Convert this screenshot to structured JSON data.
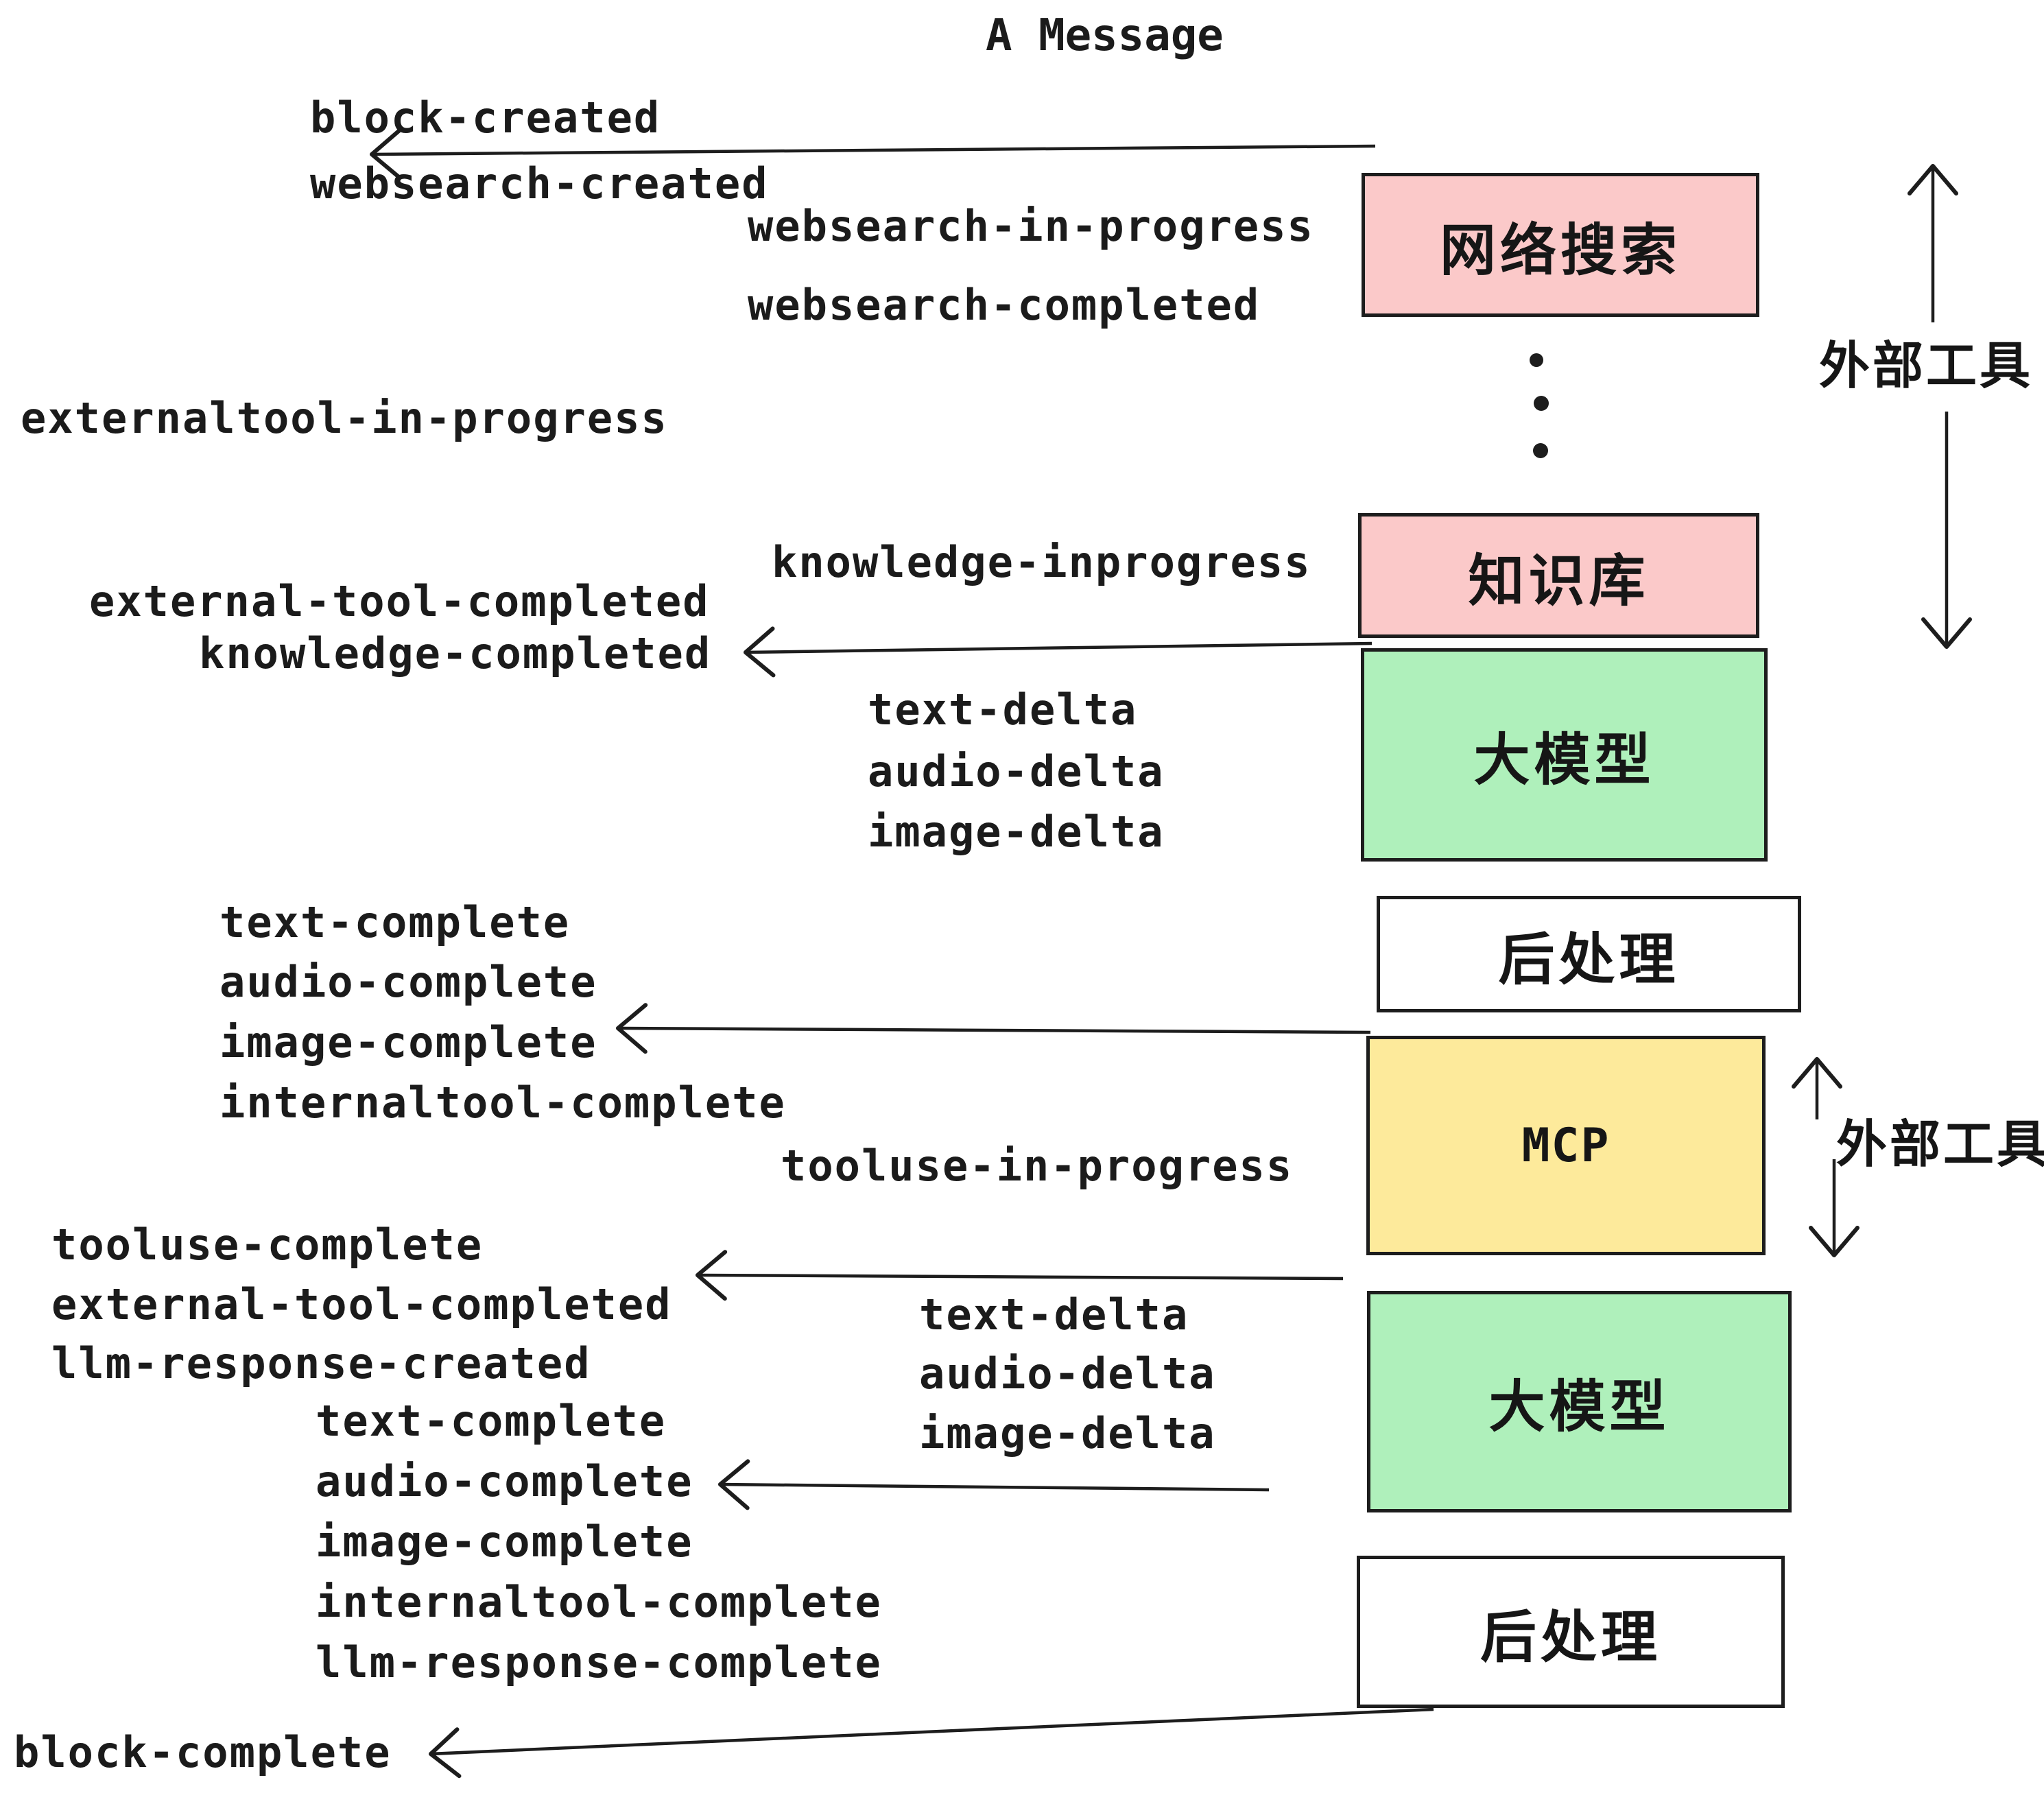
{
  "title": "A Message",
  "colors": {
    "pink": "#fbc9c9",
    "green": "#aff0bb",
    "yellow": "#fdea9b",
    "white": "#ffffff",
    "line": "#1d1d1d"
  },
  "boxes": [
    {
      "id": "websearch",
      "label": "网络搜索",
      "color": "#fbc9c9"
    },
    {
      "id": "knowledge",
      "label": "知识库",
      "color": "#fbc9c9"
    },
    {
      "id": "llm-1",
      "label": "大模型",
      "color": "#aff0bb"
    },
    {
      "id": "post-1",
      "label": "后处理",
      "color": "#ffffff"
    },
    {
      "id": "mcp",
      "label": "MCP",
      "color": "#fdea9b"
    },
    {
      "id": "llm-2",
      "label": "大模型",
      "color": "#aff0bb"
    },
    {
      "id": "post-2",
      "label": "后处理",
      "color": "#ffffff"
    }
  ],
  "side_labels": [
    {
      "label": "外部工具"
    },
    {
      "label": "外部工具"
    }
  ],
  "events": [
    "block-created",
    "websearch-created",
    "websearch-in-progress",
    "websearch-completed",
    "externaltool-in-progress",
    "knowledge-inprogress",
    "external-tool-completed",
    "knowledge-completed",
    "text-delta",
    "audio-delta",
    "image-delta",
    "text-complete",
    "audio-complete",
    "image-complete",
    "internaltool-complete",
    "tooluse-in-progress",
    "tooluse-complete",
    "external-tool-completed",
    "llm-response-created",
    "text-complete",
    "audio-complete",
    "image-complete",
    "internaltool-complete",
    "llm-response-complete",
    "block-complete",
    "text-delta",
    "audio-delta",
    "image-delta"
  ]
}
